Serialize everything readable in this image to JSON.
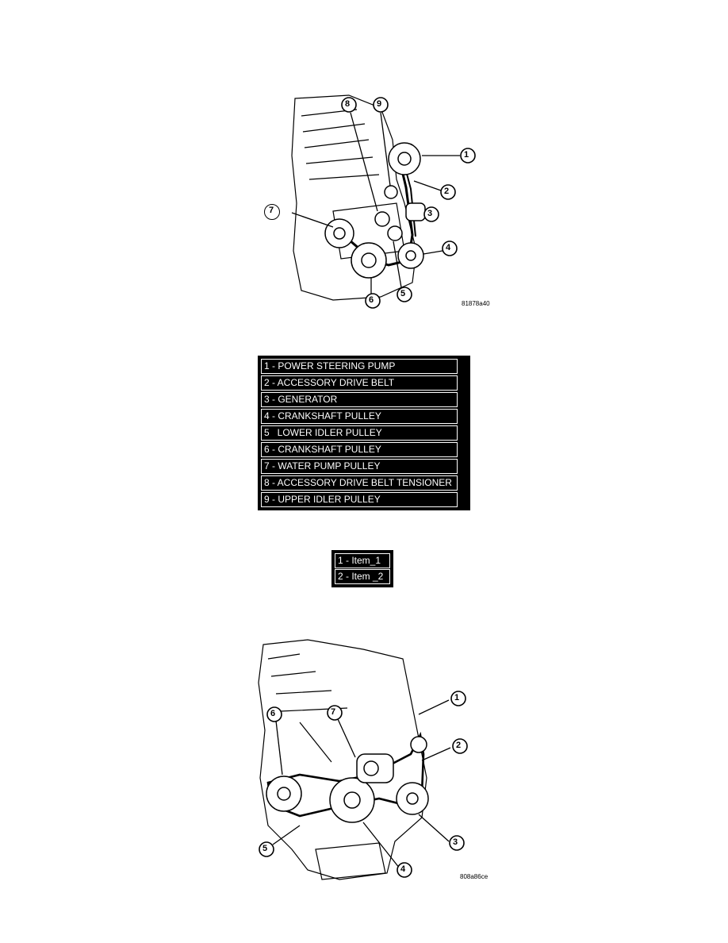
{
  "figure1": {
    "code": "81878a40",
    "callouts": [
      "1",
      "2",
      "3",
      "4",
      "5",
      "6",
      "7",
      "8",
      "9"
    ]
  },
  "legend1": {
    "items": [
      "1 - POWER STEERING PUMP",
      "2 - ACCESSORY DRIVE BELT",
      "3 - GENERATOR",
      "4 - CRANKSHAFT PULLEY",
      "5   LOWER IDLER PULLEY",
      "6 - CRANKSHAFT PULLEY",
      "7 - WATER PUMP PULLEY",
      "8 - ACCESSORY DRIVE BELT TENSIONER",
      "9 - UPPER IDLER PULLEY"
    ]
  },
  "legend2": {
    "items": [
      "1 - Item_1",
      "2 - Item _2"
    ]
  },
  "figure2": {
    "code": "808a86ce",
    "callouts": [
      "1",
      "2",
      "3",
      "4",
      "5",
      "6",
      "7"
    ]
  }
}
